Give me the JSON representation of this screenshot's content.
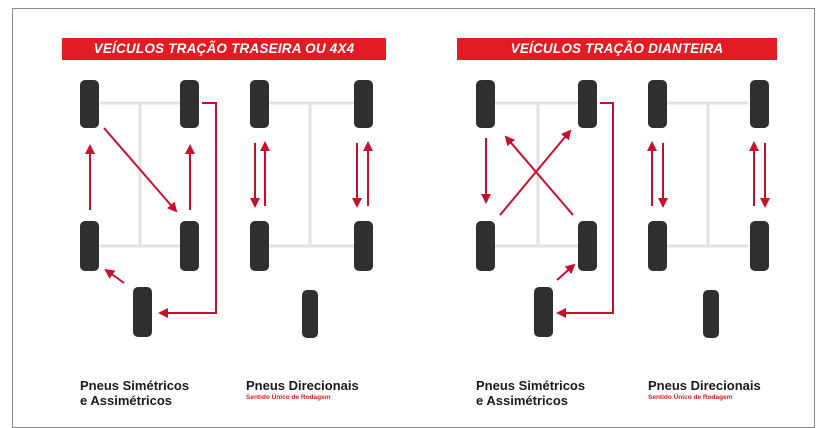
{
  "sections": [
    {
      "title": "VEÍCULOS TRAÇÃO TRASEIRA OU 4X4",
      "groups": [
        {
          "line1": "Pneus Simétricos",
          "line2": "e Assimétricos"
        },
        {
          "line1": "Pneus Direcionais",
          "subtitle": "Sentido Único de Rodagem"
        }
      ]
    },
    {
      "title": "VEÍCULOS TRAÇÃO DIANTEIRA",
      "groups": [
        {
          "line1": "Pneus Simétricos",
          "line2": "e Assimétricos"
        },
        {
          "line1": "Pneus Direcionais",
          "subtitle": "Sentido Único de Rodagem"
        }
      ]
    }
  ],
  "colors": {
    "banner": "#e31b23",
    "arrow": "#c8102e",
    "tire": "#2f2f2f",
    "axle": "#e2e2e2"
  }
}
